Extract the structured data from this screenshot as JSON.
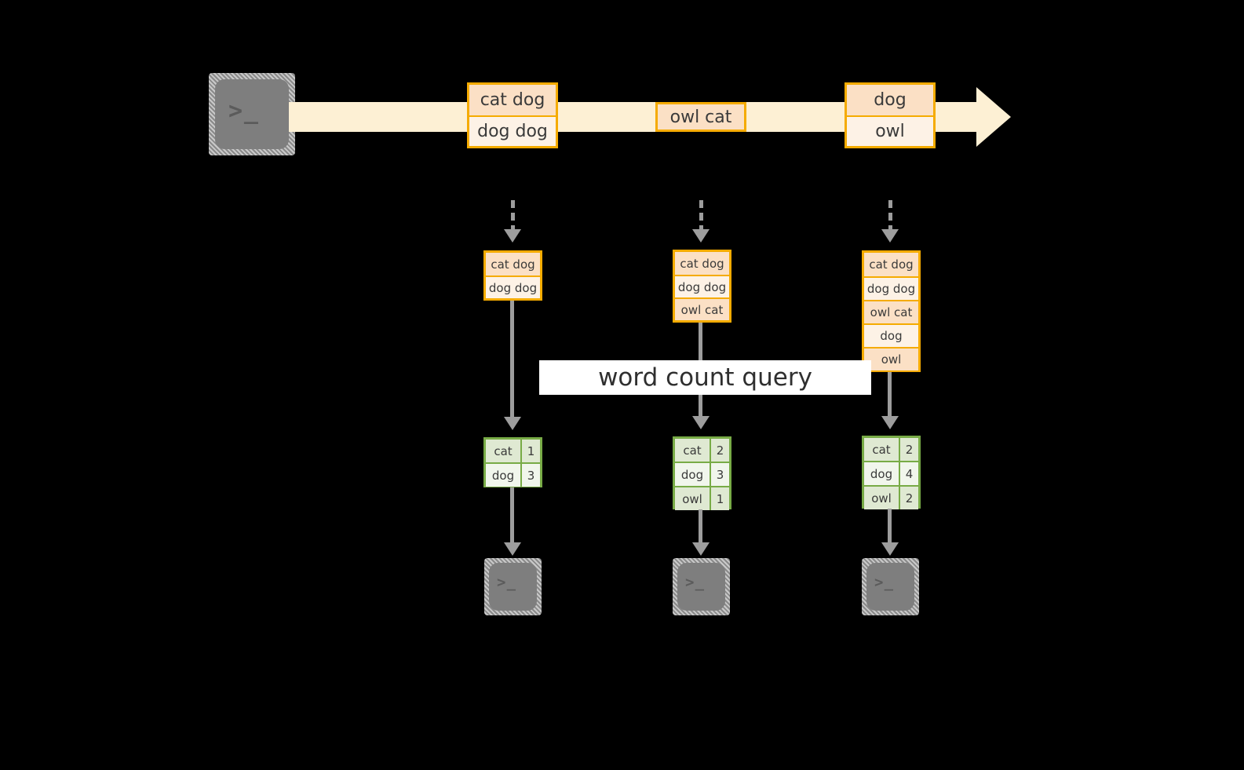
{
  "diagram": {
    "title_label": "word count query",
    "source_terminal": {
      "icon": "terminal-prompt-icon",
      "glyph": ">_"
    },
    "stream": {
      "direction": "left-to-right",
      "batches": [
        {
          "records": [
            "cat dog",
            "dog dog"
          ]
        },
        {
          "records": [
            "owl cat"
          ]
        },
        {
          "records": [
            "dog",
            "owl"
          ]
        }
      ]
    },
    "columns": [
      {
        "name": "snapshot-1",
        "state_records": [
          "cat dog",
          "dog dog"
        ],
        "result": {
          "rows": [
            {
              "word": "cat",
              "count": "1"
            },
            {
              "word": "dog",
              "count": "3"
            }
          ]
        },
        "sink_terminal": {
          "icon": "terminal-prompt-icon",
          "glyph": ">_"
        }
      },
      {
        "name": "snapshot-2",
        "state_records": [
          "cat dog",
          "dog dog",
          "owl cat"
        ],
        "result": {
          "rows": [
            {
              "word": "cat",
              "count": "2"
            },
            {
              "word": "dog",
              "count": "3"
            },
            {
              "word": "owl",
              "count": "1"
            }
          ]
        },
        "sink_terminal": {
          "icon": "terminal-prompt-icon",
          "glyph": ">_"
        }
      },
      {
        "name": "snapshot-3",
        "state_records": [
          "cat dog",
          "dog dog",
          "owl cat",
          "dog",
          "owl"
        ],
        "result": {
          "rows": [
            {
              "word": "cat",
              "count": "2"
            },
            {
              "word": "dog",
              "count": "4"
            },
            {
              "word": "owl",
              "count": "2"
            }
          ]
        },
        "sink_terminal": {
          "icon": "terminal-prompt-icon",
          "glyph": ">_"
        }
      }
    ],
    "colors": {
      "background": "#000000",
      "stream_fill": "#fdf0d4",
      "record_border": "#f5ab00",
      "record_fill_dark": "#fbe0c5",
      "record_fill_light": "#fdf2e6",
      "table_border": "#78ab46",
      "table_fill_dark": "#dfe9d2",
      "table_fill_light": "#f1f6ec",
      "arrow": "#9d9d9d",
      "terminal_body": "#7e7e7e",
      "label_band": "#ffffff"
    }
  }
}
